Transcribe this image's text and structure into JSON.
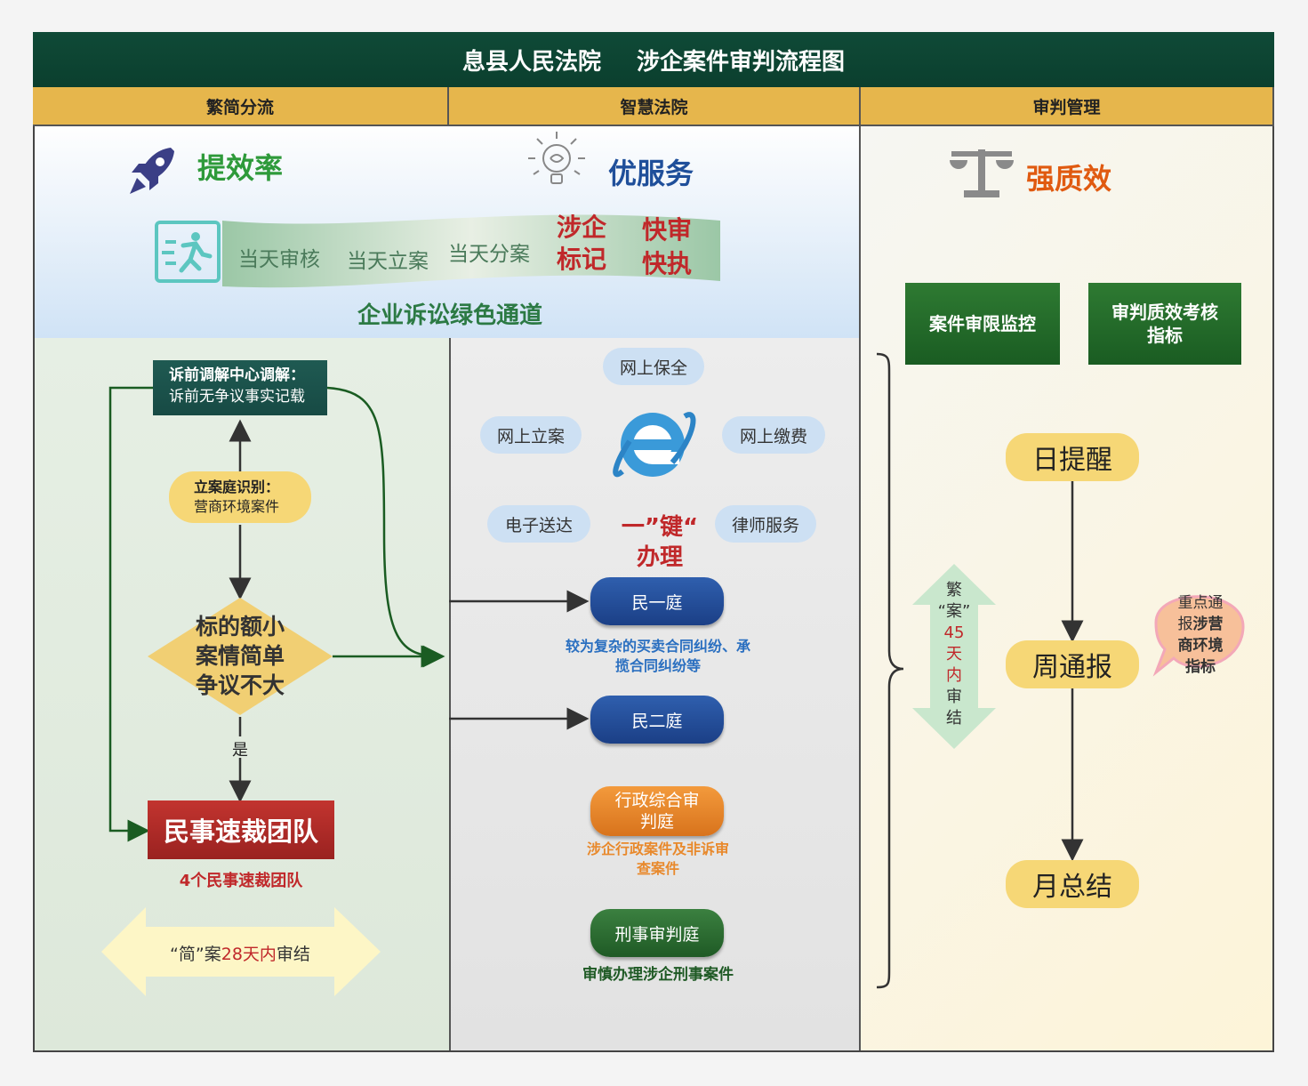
{
  "title": {
    "part1": "息县人民法院",
    "part2": "涉企案件审判流程图"
  },
  "columns": {
    "col1": "繁简分流",
    "col2": "智慧法院",
    "col3": "审判管理"
  },
  "headline": {
    "efficiency": "提效率",
    "service": "优服务",
    "quality": "强质效"
  },
  "banner": {
    "item1": "当天审核",
    "item2": "当天立案",
    "item3": "当天分案",
    "mark_line1": "涉企",
    "mark_line2": "标记",
    "fast_line1": "快审",
    "fast_line2": "快执",
    "channel": "企业诉讼绿色通道"
  },
  "left_flow": {
    "mediation_line1": "诉前调解中心调解：",
    "mediation_line2": "诉前无争议事实记载",
    "identify_line1": "立案庭识别：",
    "identify_line2": "营商环境案件",
    "diamond_line1": "标的额小",
    "diamond_line2": "案情简单",
    "diamond_line3": "争议不大",
    "yes_label": "是",
    "team": "民事速裁团队",
    "team_caption": "4个民事速裁团队",
    "simple_prefix": "“简”案",
    "simple_days": "28天内",
    "simple_suffix": "审结"
  },
  "middle": {
    "online_preserve": "网上保全",
    "online_filing": "网上立案",
    "online_payment": "网上缴费",
    "e_delivery": "电子送达",
    "lawyer_service": "律师服务",
    "one_key_line1": "一”键“",
    "one_key_line2": "办理",
    "civil1": "民一庭",
    "civil1_caption_line1": "较为复杂的买卖合同纠纷、承",
    "civil1_caption_line2": "揽合同纠纷等",
    "civil2": "民二庭",
    "admin_line1": "行政综合审",
    "admin_line2": "判庭",
    "admin_caption_line1": "涉企行政案件及非诉审",
    "admin_caption_line2": "查案件",
    "criminal": "刑事审判庭",
    "criminal_caption": "审慎办理涉企刑事案件"
  },
  "right": {
    "monitor": "案件审限监控",
    "assess_line1": "审判质效考核",
    "assess_line2": "指标",
    "complex_chars": [
      "繁",
      "“案”",
      "45",
      "天",
      "内",
      "审",
      "结"
    ],
    "daily": "日提醒",
    "weekly": "周通报",
    "monthly": "月总结",
    "bubble_line1": "重点通",
    "bubble_line2a": "报",
    "bubble_line2b": "涉营",
    "bubble_line3": "商环境",
    "bubble_line4": "指标"
  },
  "colors": {
    "title_bg": "#0f4a37",
    "header_gold": "#e6b64c",
    "green_text": "#2e9a3a",
    "blue_text": "#1f4f9a",
    "orange_text": "#e05a10",
    "red_text": "#c0282a",
    "navy_btn": "#1e4a97",
    "orange_btn": "#e98a2c",
    "green_btn": "#2a6e2e"
  }
}
